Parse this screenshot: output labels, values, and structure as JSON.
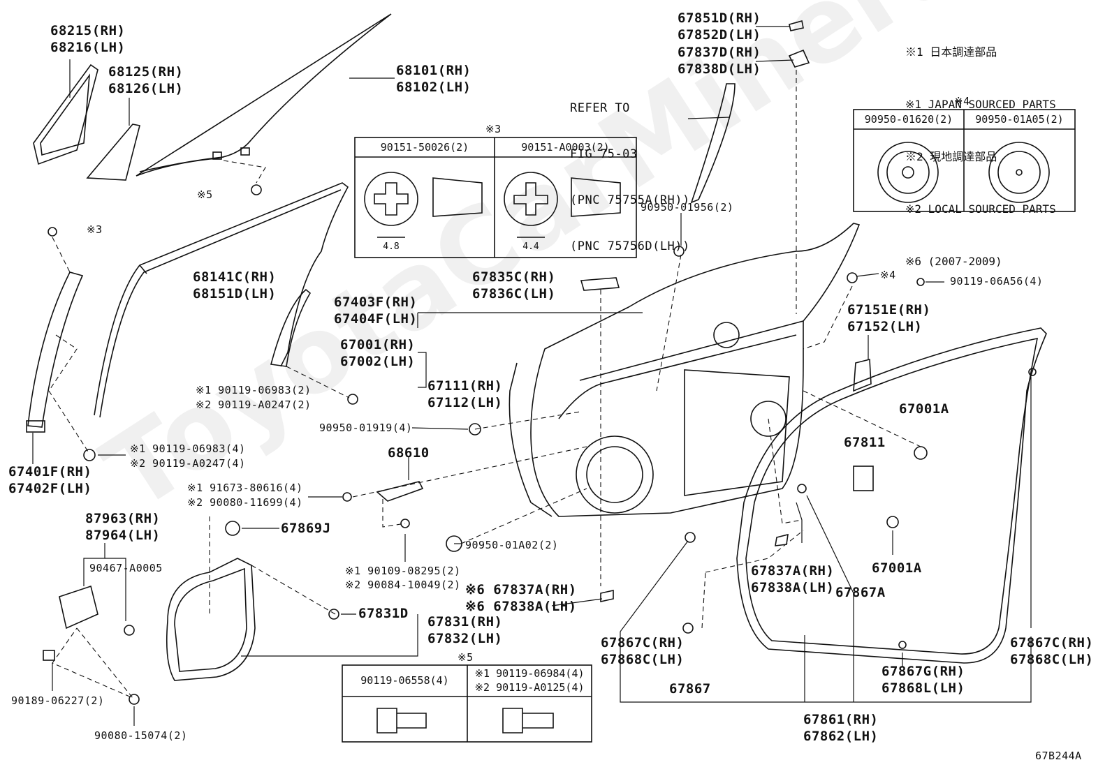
{
  "watermark": "ToyotaCarMinerals",
  "notes": [
    "※1 日本調達部品",
    "※1 JAPAN SOURCED PARTS",
    "※2 現地調達部品",
    "※2 LOCAL SOURCED PARTS",
    "※6 (2007-2009)"
  ],
  "refer": {
    "line1": "REFER TO",
    "line2": "FIG 75-03",
    "line3": "(PNC 75755A(RH))",
    "line4": "(PNC 75756D(LH))"
  },
  "table_note3": {
    "mark": "※3",
    "col1_header": "90151-50026(2)",
    "col2_header": "90151-A0003(2)",
    "col1_dim": "4.8",
    "col2_dim": "4.4"
  },
  "table_note4": {
    "mark": "※4",
    "col1_header": "90950-01620(2)",
    "col2_header": "90950-01A05(2)"
  },
  "table_note5": {
    "mark": "※5",
    "col1_header": "90119-06558(4)",
    "col2_header_a": "※1 90119-06984(4)",
    "col2_header_b": "※2 90119-A0125(4)"
  },
  "labels": {
    "p68215": "68215(RH)",
    "p68216": "68216(LH)",
    "p68125": "68125(RH)",
    "p68126": "68126(LH)",
    "p68101": "68101(RH)",
    "p68102": "68102(LH)",
    "p67851d": "67851D(RH)",
    "p67852d": "67852D(LH)",
    "p67837d": "67837D(RH)",
    "p67838d": "67838D(LH)",
    "n5a": "※5",
    "n3a": "※3",
    "p68141c": "68141C(RH)",
    "p68151d": "68151D(LH)",
    "p90950_01956": "90950-01956(2)",
    "p67835c": "67835C(RH)",
    "p67836c": "67836C(LH)",
    "n4a": "※4",
    "p90119_06a56": "90119-06A56(4)",
    "p67403f": "67403F(RH)",
    "p67404f": "67404F(LH)",
    "p67151e": "67151E(RH)",
    "p67152": "67152(LH)",
    "p67001": "67001(RH)",
    "p67002": "67002(LH)",
    "p67111": "67111(RH)",
    "p67112": "67112(LH)",
    "s1_90119_06983_2": "※1 90119-06983(2)",
    "s2_90119_a0247_2": "※2 90119-A0247(2)",
    "p90950_01919": "90950-01919(4)",
    "p67001a_1": "67001A",
    "p67811": "67811",
    "s1_90119_06983_4": "※1 90119-06983(4)",
    "s2_90119_a0247_4": "※2 90119-A0247(4)",
    "p67401f": "67401F(RH)",
    "p67402f": "67402F(LH)",
    "p68610": "68610",
    "s1_91673": "※1 91673-80616(4)",
    "s2_90080_11699": "※2 90080-11699(4)",
    "p87963": "87963(RH)",
    "p87964": "87964(LH)",
    "p67869j": "67869J",
    "p90950_01a02": "90950-01A02(2)",
    "p90467": "90467-A0005",
    "s1_90109": "※1 90109-08295(2)",
    "s2_90084": "※2 90084-10049(2)",
    "s6_67837a": "※6 67837A(RH)",
    "s6_67838a": "※6 67838A(LH)",
    "p67837a": "67837A(RH)",
    "p67838a": "67838A(LH)",
    "p67867a": "67867A",
    "p67001a_2": "67001A",
    "p67831d": "67831D",
    "p67831": "67831(RH)",
    "p67832": "67832(LH)",
    "p67867c_1": "67867C(RH)",
    "p67868c_1": "67868C(LH)",
    "p67867c_2": "67867C(RH)",
    "p67868c_2": "67868C(LH)",
    "p67867": "67867",
    "p67867g": "67867G(RH)",
    "p67868l": "67868L(LH)",
    "p90189": "90189-06227(2)",
    "p90080_15074": "90080-15074(2)",
    "p67861": "67861(RH)",
    "p67862": "67862(LH)",
    "code": "67B244A"
  }
}
